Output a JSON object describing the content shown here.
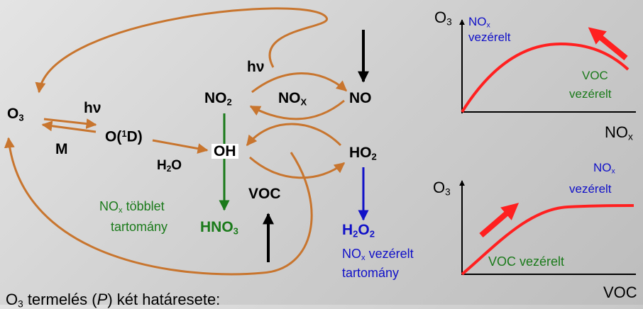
{
  "mechanism": {
    "o3": "O",
    "o3_sub": "3",
    "hv_top": "hν",
    "hv_left": "hν",
    "m": "M",
    "o1d_pre": "O(",
    "o1d_sup": "1",
    "o1d_post": "D)",
    "h2o_h": "H",
    "h2o_sub": "2",
    "h2o_o": "O",
    "no2": "NO",
    "no2_sub": "2",
    "nox_mid": "NO",
    "nox_mid_sub": "X",
    "no": "NO",
    "oh": "OH",
    "ho2": "HO",
    "ho2_sub": "2",
    "voc": "VOC",
    "hno3": "HNO",
    "hno3_sub": "3",
    "h2o2_a": "H",
    "h2o2_sub1": "2",
    "h2o2_b": "O",
    "h2o2_sub2": "2",
    "nox_excess_a": "NO",
    "nox_excess_sub": "x",
    "nox_excess_b": " többlet",
    "nox_excess_c": "tartomány",
    "nox_ctrl_a": "NO",
    "nox_ctrl_sub": "x",
    "nox_ctrl_b": " vezérelt",
    "nox_ctrl_c": "tartomány",
    "bottom_a": "O",
    "bottom_sub": "3",
    "bottom_b": " termelés (",
    "bottom_p": "P",
    "bottom_c": ") két határesete:"
  },
  "chart1": {
    "ylabel": "O",
    "ylabel_sub": "3",
    "xlabel": "NO",
    "xlabel_sub": "x",
    "nox_label_a": "NO",
    "nox_label_sub": "x",
    "nox_label_b": "vezérelt",
    "voc_label_a": "VOC",
    "voc_label_b": "vezérelt"
  },
  "chart2": {
    "ylabel": "O",
    "ylabel_sub": "3",
    "xlabel": "VOC",
    "nox_label_a": "NO",
    "nox_label_sub": "x",
    "nox_label_b": "vezérelt",
    "voc_label": "VOC vezérelt"
  },
  "colors": {
    "orange_arrow": "#c8752e",
    "green": "#1a7a1a",
    "blue": "#1010c8",
    "red_curve": "#ff2020"
  }
}
